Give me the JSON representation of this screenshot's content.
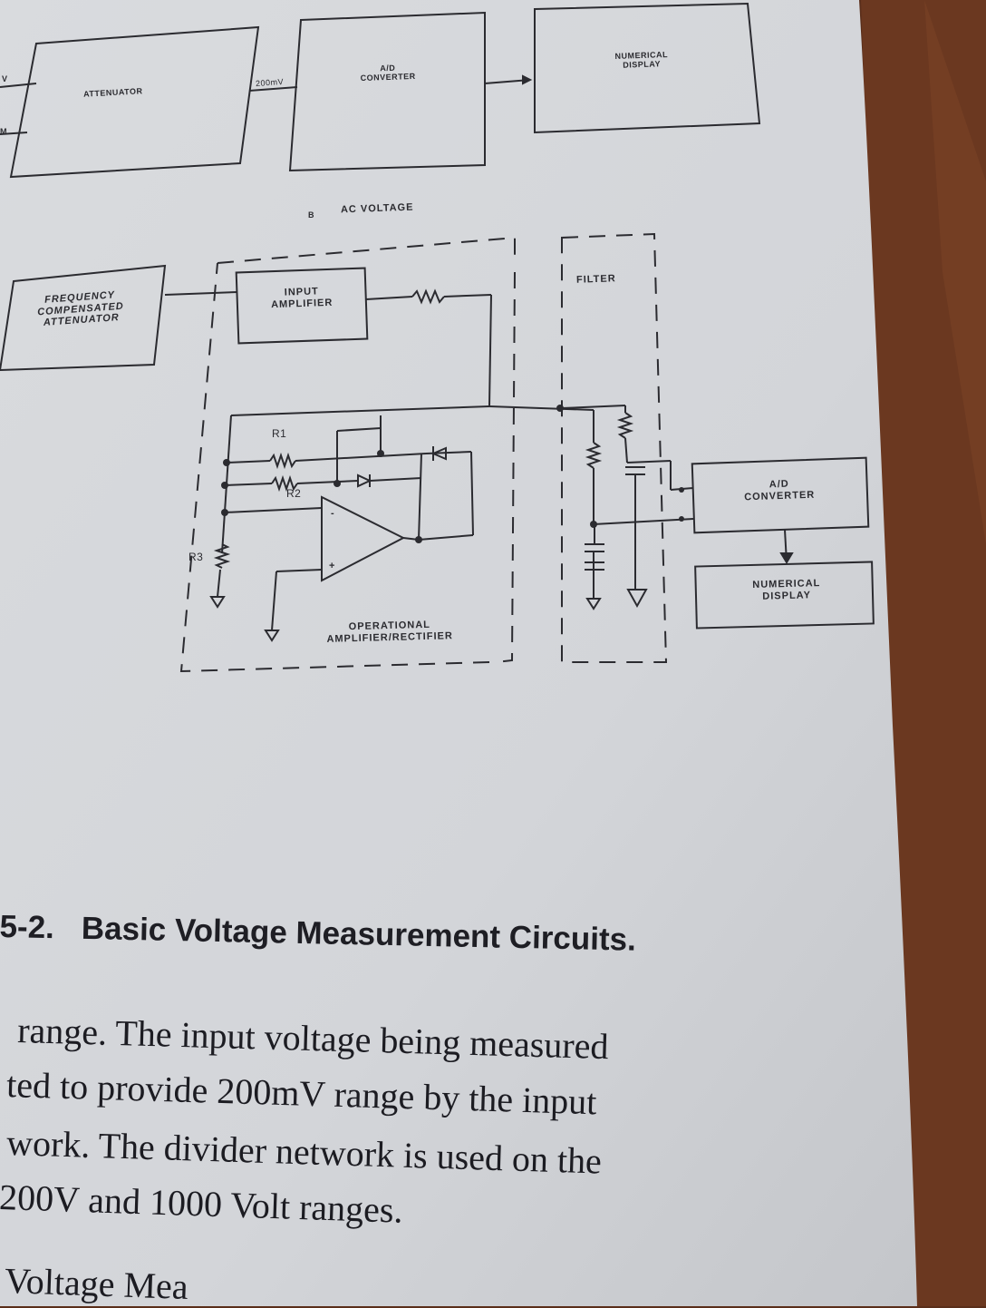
{
  "top_diagram": {
    "left_labels": [
      "V",
      "M"
    ],
    "attenuator": "ATTENUATOR",
    "range_label": "200mV",
    "ad_converter": [
      "A/D",
      "CONVERTER"
    ],
    "numerical_display": [
      "NUMERICAL",
      "DISPLAY"
    ]
  },
  "section_b": {
    "letter": "B",
    "title": "AC VOLTAGE"
  },
  "ac_diagram": {
    "freq_attenuator": [
      "FREQUENCY",
      "COMPENSATED",
      "ATTENUATOR"
    ],
    "input_amplifier": [
      "INPUT",
      "AMPLIFIER"
    ],
    "r1": "R1",
    "r2": "R2",
    "r3": "R3",
    "op_minus": "-",
    "op_plus": "+",
    "opamp_block": [
      "OPERATIONAL",
      "AMPLIFIER/RECTIFIER"
    ],
    "filter": "FILTER",
    "ad_converter": [
      "A/D",
      "CONVERTER"
    ],
    "numerical_display": [
      "NUMERICAL",
      "DISPLAY"
    ]
  },
  "caption": {
    "number": "5-2.",
    "title": "Basic Voltage Measurement Circuits."
  },
  "body_lines": [
    "range. The input voltage being measured",
    "ted to provide 200mV range by the input",
    "work. The divider network is used on the",
    "200V and 1000 Volt ranges.",
    "Voltage Mea"
  ],
  "colors": {
    "paper": "#d6d8dc",
    "ink": "#2b2b30",
    "wood": "#5a2e1a"
  }
}
